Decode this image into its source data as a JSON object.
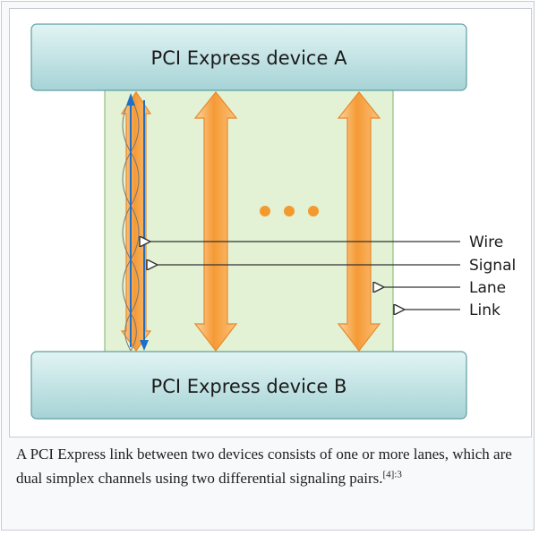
{
  "diagram": {
    "device_a": "PCI Express device A",
    "device_b": "PCI Express device B",
    "callouts": [
      "Wire",
      "Signal",
      "Lane",
      "Link"
    ]
  },
  "caption": {
    "text": "A PCI Express link between two devices consists of one or more lanes, which are dual simplex channels using two differential signaling pairs.",
    "ref": "[4]:3"
  },
  "colors": {
    "device_fill_top": "#d8f0f0",
    "device_fill_bottom": "#a9d6d8",
    "link_bg": "#e4f3d6",
    "lane_arrow": "#f7a84a",
    "wire_blue": "#1f6fc7"
  }
}
